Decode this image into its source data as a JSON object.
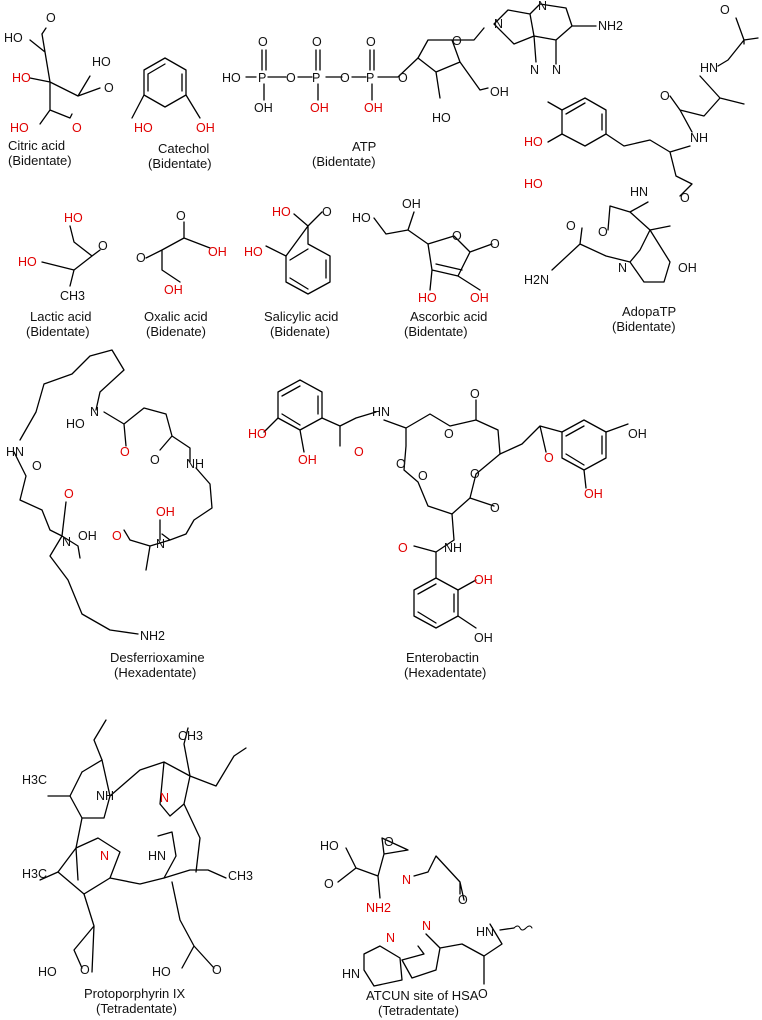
{
  "molecules": [
    {
      "name": "Citric acid",
      "denticity": "(Bidentate)"
    },
    {
      "name": "Catechol",
      "denticity": "(Bidentate)"
    },
    {
      "name": "ATP",
      "denticity": "(Bidentate)"
    },
    {
      "name": "AdopaTP",
      "denticity": "(Bidentate)"
    },
    {
      "name": "Lactic acid",
      "denticity": "(Bidentate)"
    },
    {
      "name": "Oxalic acid",
      "denticity": "(Bidenate)"
    },
    {
      "name": "Salicylic acid",
      "denticity": "(Bidenate)"
    },
    {
      "name": "Ascorbic acid",
      "denticity": "(Bidentate)"
    },
    {
      "name": "Desferrioxamine",
      "denticity": "(Hexadentate)"
    },
    {
      "name": "Enterobactin",
      "denticity": "(Hexadentate)"
    },
    {
      "name": "Protoporphyrin IX",
      "denticity": "(Tetradentate)"
    },
    {
      "name": "ATCUN site of HSA",
      "denticity": "(Tetradentate)"
    }
  ],
  "atoms": {
    "oh": "OH",
    "ho": "HO",
    "o": "O",
    "p": "P",
    "n": "N",
    "nh": "NH",
    "hn": "HN",
    "nh2": "NH2",
    "h2n": "H2N",
    "ch3": "CH3",
    "h3c": "H3C"
  },
  "colors": {
    "donor_atom": "#e00000",
    "bond": "#000000"
  }
}
